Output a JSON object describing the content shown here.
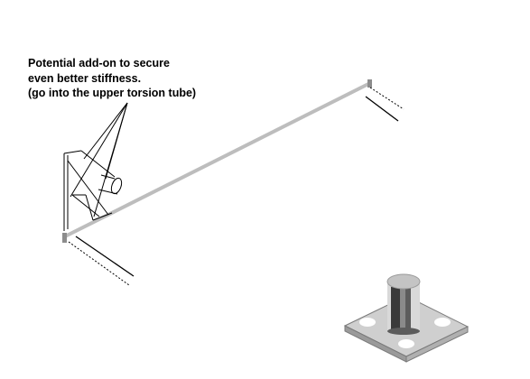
{
  "annotation": {
    "lines": [
      "Potential add-on to secure",
      "even better stiffness.",
      "(go into the upper torsion tube)"
    ]
  },
  "colors": {
    "background": "#ffffff",
    "ink": "#000000",
    "tube": "#bdbdbd",
    "base_plate": "#cfcfcf",
    "base_shadow": "#9a9a9a",
    "post_dark": "#3a3a3a",
    "post_light": "#d9d9d9",
    "hole": "#ffffff"
  }
}
